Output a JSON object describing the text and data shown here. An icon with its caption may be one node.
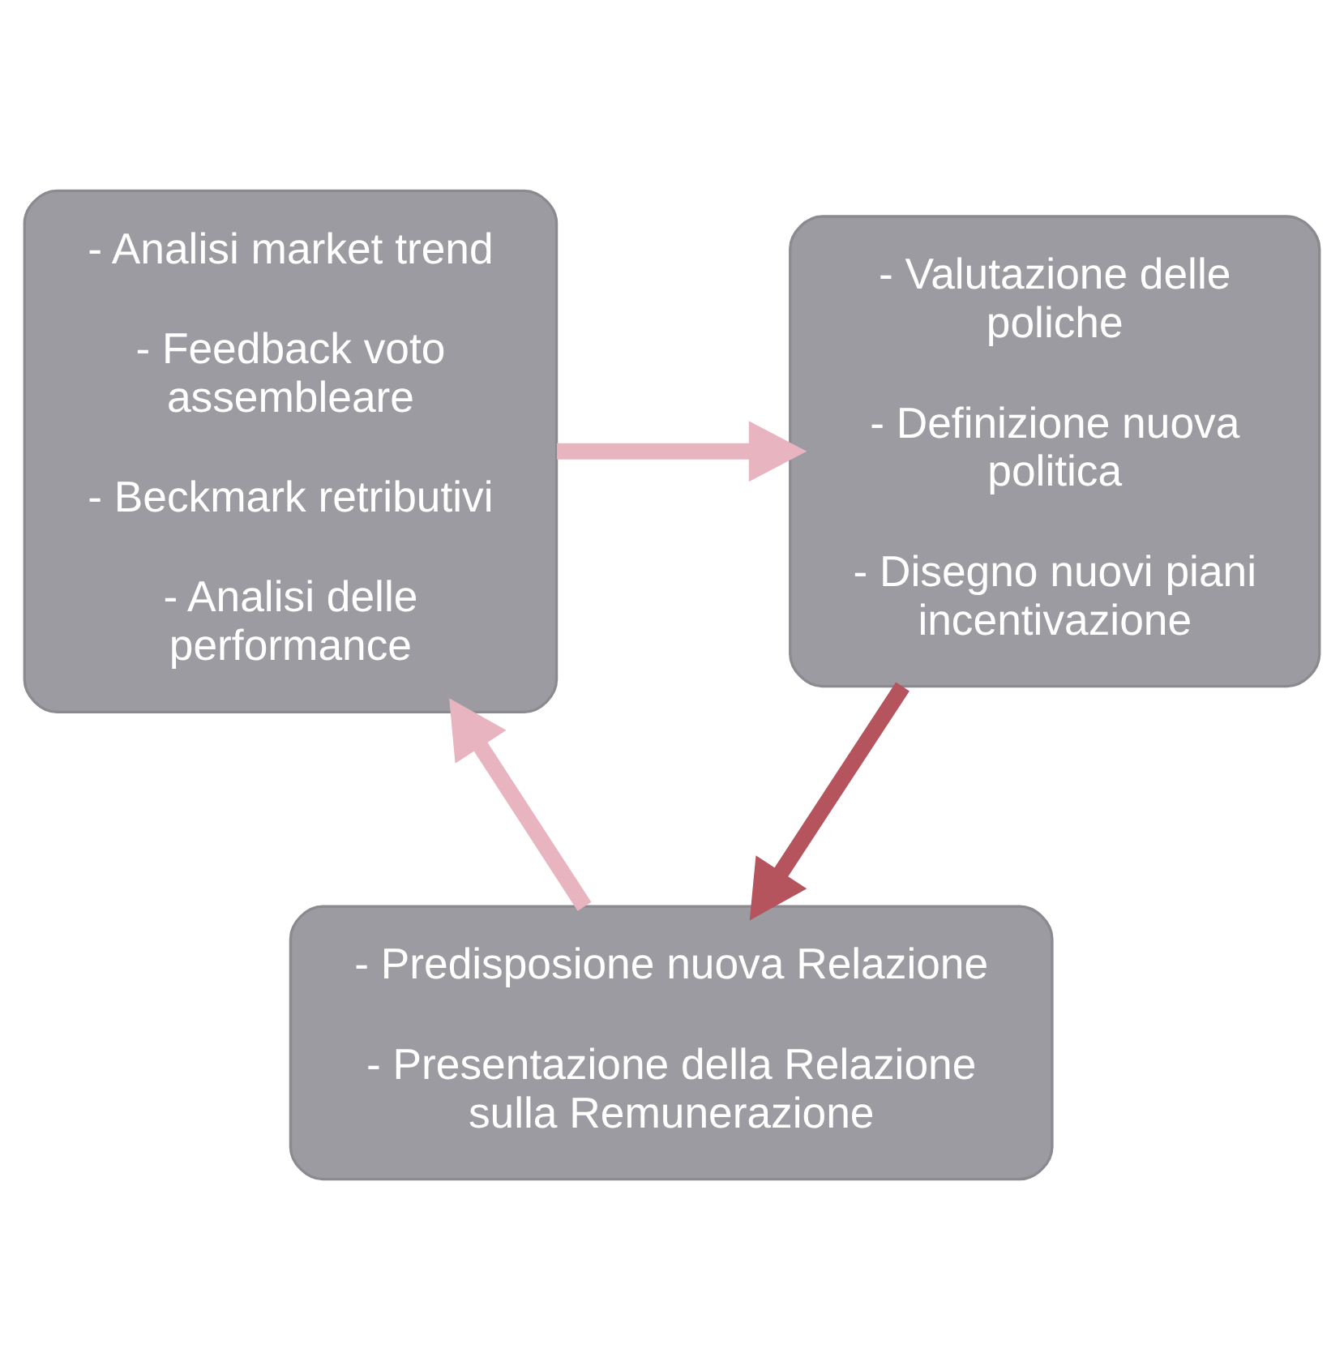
{
  "diagram": {
    "nodes": [
      {
        "text": [
          "- Analisi market trend",
          "- Feedback voto assembleare",
          "- Beckmark retributivi",
          "- Analisi delle performance"
        ]
      },
      {
        "text": [
          "- Valutazione delle poliche",
          "- Definizione nuova politica",
          "- Disegno nuovi piani incentivazione"
        ]
      },
      {
        "text": [
          "- Predisposione nuova Relazione",
          "- Presentazione della Relazione sulla Remunerazione"
        ]
      }
    ],
    "edges": [
      {
        "from": 0,
        "to": 1,
        "arrow": "to"
      },
      {
        "from": 1,
        "to": 2,
        "arrow": "to",
        "color": "#b5545c"
      },
      {
        "from": 2,
        "to": 0,
        "arrow": "to"
      }
    ]
  }
}
